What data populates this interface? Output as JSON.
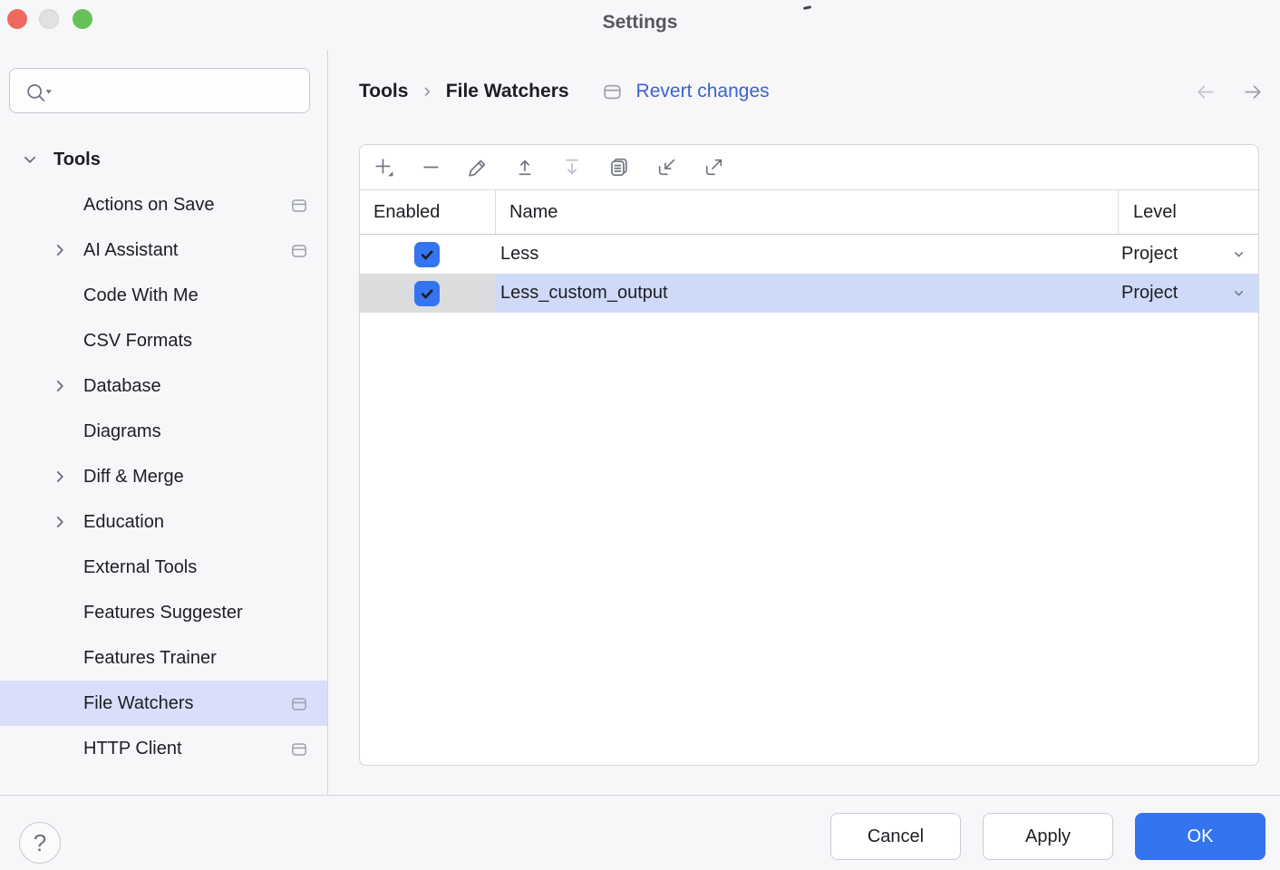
{
  "window": {
    "title": "Settings",
    "traffic_lights": [
      {
        "name": "close",
        "color": "#ee6a5f"
      },
      {
        "name": "minimize",
        "color": "#e1e1e1"
      },
      {
        "name": "zoom",
        "color": "#66c258"
      }
    ]
  },
  "sidebar": {
    "search": {
      "placeholder": "",
      "icon": "search-icon"
    },
    "tree": [
      {
        "label": "Tools",
        "expanded": true,
        "root": true
      },
      {
        "label": "Actions on Save",
        "screen_icon": true
      },
      {
        "label": "AI Assistant",
        "collapsed": true,
        "screen_icon": true
      },
      {
        "label": "Code With Me"
      },
      {
        "label": "CSV Formats"
      },
      {
        "label": "Database",
        "collapsed": true
      },
      {
        "label": "Diagrams"
      },
      {
        "label": "Diff & Merge",
        "collapsed": true
      },
      {
        "label": "Education",
        "collapsed": true
      },
      {
        "label": "External Tools"
      },
      {
        "label": "Features Suggester"
      },
      {
        "label": "Features Trainer"
      },
      {
        "label": "File Watchers",
        "selected": true,
        "screen_icon": true
      },
      {
        "label": "HTTP Client",
        "screen_icon": true
      }
    ]
  },
  "breadcrumb": {
    "section": "Tools",
    "separator": "›",
    "page": "File Watchers",
    "revert_label": "Revert changes"
  },
  "toolbar": {
    "icons": [
      {
        "name": "add"
      },
      {
        "name": "remove"
      },
      {
        "name": "edit"
      },
      {
        "name": "move-up"
      },
      {
        "name": "move-down",
        "disabled": true
      },
      {
        "name": "duplicate"
      },
      {
        "name": "import"
      },
      {
        "name": "export"
      }
    ]
  },
  "table": {
    "columns": [
      "Enabled",
      "Name",
      "Level"
    ],
    "rows": [
      {
        "enabled": true,
        "name": "Less",
        "level": "Project",
        "selected": false
      },
      {
        "enabled": true,
        "name": "Less_custom_output",
        "level": "Project",
        "selected": true
      }
    ]
  },
  "footer": {
    "help_label": "?",
    "cancel_label": "Cancel",
    "apply_label": "Apply",
    "ok_label": "OK"
  },
  "colors": {
    "accent": "#3574f0",
    "link": "#3b63ce",
    "row_selection": "#cfdaf8",
    "row_selection_gray": "#dcdcde",
    "sidebar_selection": "#d9dffa",
    "window_bg": "#f7f7f9",
    "panel_border": "#d3d5da"
  }
}
